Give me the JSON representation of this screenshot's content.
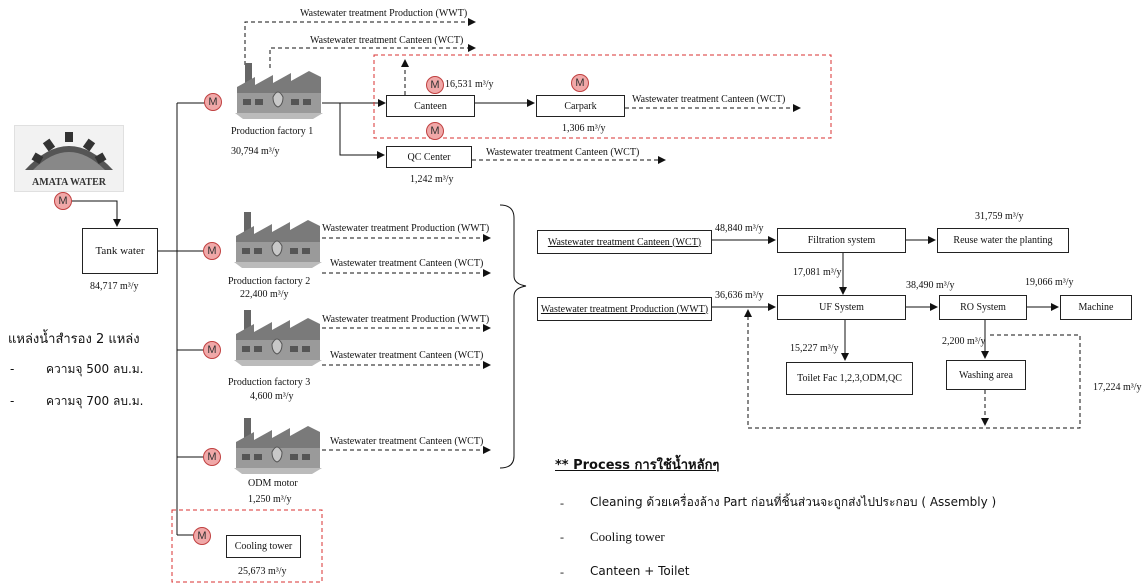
{
  "source": {
    "logo_label": "AMATA WATER"
  },
  "meter_label": "M",
  "tank": {
    "label": "Tank water",
    "flow": "84,717 m³/y"
  },
  "factories": [
    {
      "label": "Production factory 1",
      "flow": "30,794 m³/y"
    },
    {
      "label": "Production factory 2",
      "flow": "22,400 m³/y"
    },
    {
      "label": "Production factory 3",
      "flow": "4,600 m³/y"
    },
    {
      "label": "ODM motor",
      "flow": "1,250 m³/y"
    }
  ],
  "cooling_tower": {
    "label": "Cooling tower",
    "flow": "25,673 m³/y"
  },
  "f1_branches": {
    "canteen": {
      "label": "Canteen",
      "flow": "16,531 m³/y"
    },
    "carpark": {
      "label": "Carpark",
      "flow": "1,306 m³/y"
    },
    "qc": {
      "label": "QC Center",
      "flow": "1,242 m³/y"
    }
  },
  "outputs": {
    "wwt": "Wastewater treatment Production (WWT)",
    "wct": "Wastewater treatment Canteen (WCT)"
  },
  "treatment": {
    "wct_box": "Wastewater treatment Canteen (WCT)",
    "wwt_box": "Wastewater treatment Production (WWT)",
    "wct_flow": "48,840 m³/y",
    "wwt_flow": "36,636 m³/y",
    "filtration": "Filtration system",
    "reuse": "Reuse water the planting",
    "reuse_flow": "31,759 m³/y",
    "filt_to_uf": "17,081 m³/y",
    "uf": "UF System",
    "uf_to_ro": "38,490 m³/y",
    "ro": "RO System",
    "ro_to_machine": "19,066 m³/y",
    "machine": "Machine",
    "uf_to_toilet": "15,227 m³/y",
    "toilet": "Toilet Fac 1,2,3,ODM,QC",
    "ro_to_washing": "2,200 m³/y",
    "washing": "Washing area",
    "recycle": "17,224 m³/y"
  },
  "backup": {
    "title": "แหล่งน้ำสำรอง 2 แหล่ง",
    "items": [
      "ความจุ 500 ลบ.ม.",
      "ความจุ 700 ลบ.ม."
    ],
    "bullet": "-"
  },
  "process": {
    "title": "** Process การใช้น้ำหลักๆ",
    "items": [
      "Cleaning ด้วยเครื่องล้าง Part ก่อนที่ชิ้นส่วนจะถูกส่งไปประกอบ ( Assembly )",
      "Cooling tower",
      "Canteen + Toilet"
    ],
    "bullet": "-"
  },
  "colors": {
    "meter_fill": "#f0a8a8",
    "meter_border": "#c04040",
    "highlight": "#d93030"
  }
}
